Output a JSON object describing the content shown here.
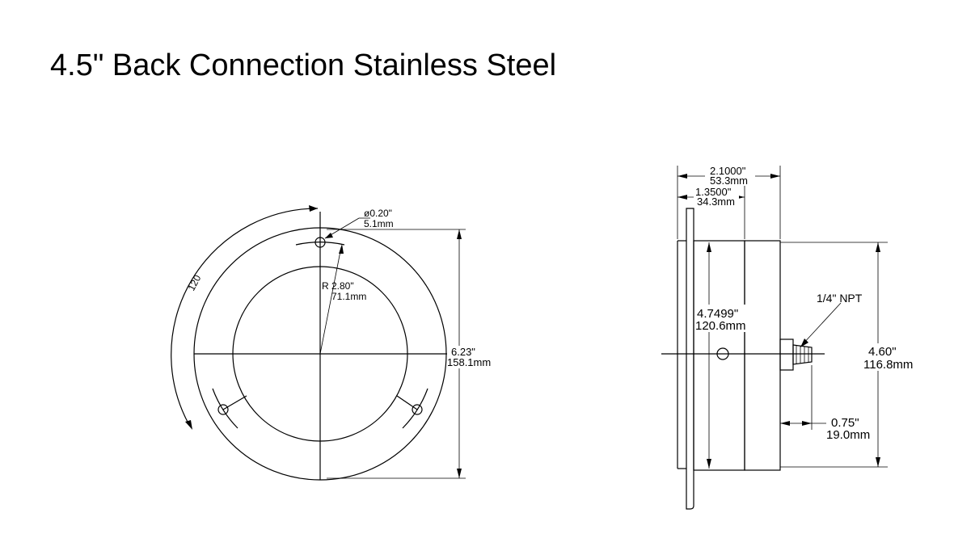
{
  "title": "4.5\" Back Connection Stainless Steel",
  "front_view": {
    "angle_label": "120",
    "hole_dia_in": "ø0.20\"",
    "hole_dia_mm": "5.1mm",
    "radius_in": "R 2.80\"",
    "radius_mm": "71.1mm",
    "outer_dia_in": "6.23\"",
    "outer_dia_mm": "158.1mm"
  },
  "side_view": {
    "depth_total_in": "2.1000\"",
    "depth_total_mm": "53.3mm",
    "depth_case_in": "1.3500\"",
    "depth_case_mm": "34.3mm",
    "case_dia_in": "4.7499\"",
    "case_dia_mm": "120.6mm",
    "connection_label": "1/4\" NPT",
    "body_height_in": "4.60\"",
    "body_height_mm": "116.8mm",
    "stem_len_in": "0.75\"",
    "stem_len_mm": "19.0mm"
  }
}
